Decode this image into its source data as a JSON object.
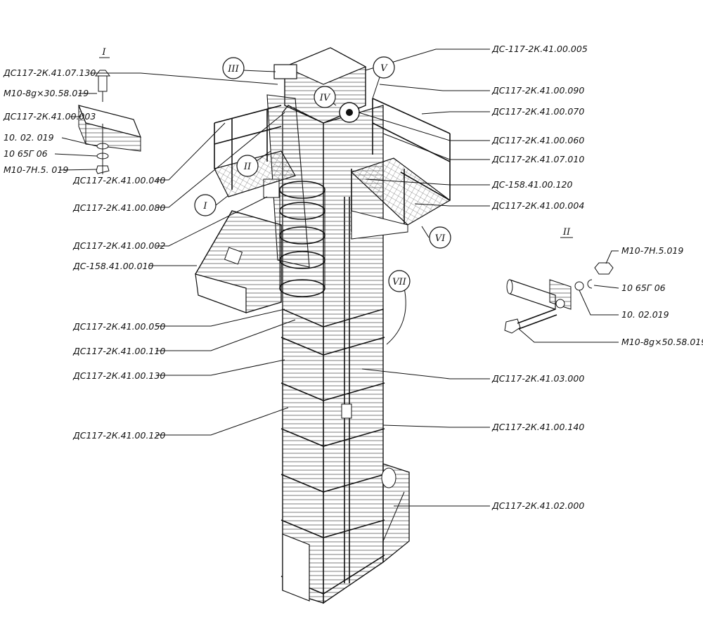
{
  "detail_titles": {
    "detail_1": "I",
    "detail_2": "II"
  },
  "callouts": {
    "c1": "I",
    "c2": "II",
    "c3": "III",
    "c4": "IV",
    "c5": "V",
    "c6": "VI",
    "c7": "VII"
  },
  "left_labels": {
    "l1": "ДС117-2К.41.07.130",
    "l2": "М10-8g×30.58.019",
    "l3": "ДС117-2К.41.00.003",
    "l4": "10. 02. 019",
    "l5": "10 65Г 06",
    "l6": "М10-7Н.5. 019",
    "l7": "ДС117-2К.41.00.040",
    "l8": "ДС117-2К.41.00.080",
    "l9": "ДС117-2К.41.00.002",
    "l10": "ДС-158.41.00.010",
    "l11": "ДС117-2К.41.00.050",
    "l12": "ДС117-2К.41.00.110",
    "l13": "ДС117-2К.41.00.130",
    "l14": "ДС117-2К.41.00.120"
  },
  "right_labels": {
    "r1": "ДС-117-2К.41.00.005",
    "r2": "ДС117-2К.41.00.090",
    "r3": "ДС117-2К.41.00.070",
    "r4": "ДС117-2К.41.00.060",
    "r5": "ДС117-2К.41.07.010",
    "r6": "ДС-158.41.00.120",
    "r7": "ДС117-2К.41.00.004",
    "r8": "ДС117-2К.41.03.000",
    "r9": "ДС117-2К.41.00.140",
    "r10": "ДС117-2К.41.02.000"
  },
  "detail2_labels": {
    "d1": "М10-7Н.5.019",
    "d2": "10 65Г 06",
    "d3": "10. 02.019",
    "d4": "М10-8g×50.58.019"
  }
}
